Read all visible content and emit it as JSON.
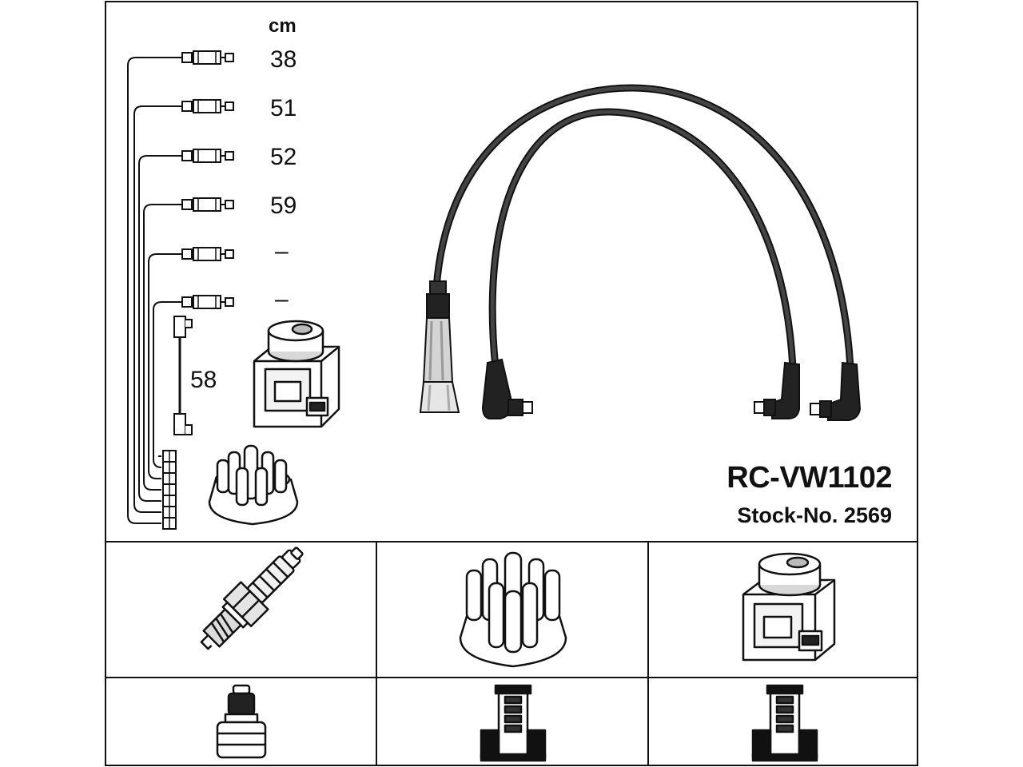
{
  "unit": "cm",
  "lengths": [
    "38",
    "51",
    "52",
    "59",
    "–",
    "–"
  ],
  "coil_length": "58",
  "part_code": "RC-VW1102",
  "stock_number": "Stock-No. 2569",
  "icons": {
    "spark_plug": "spark-plug-icon",
    "distributor_cap": "distributor-cap-icon",
    "ignition_coil": "ignition-coil-icon",
    "plug_connector": "plug-connector-icon",
    "cap_connector": "cap-connector-icon",
    "coil_connector": "coil-connector-icon"
  }
}
